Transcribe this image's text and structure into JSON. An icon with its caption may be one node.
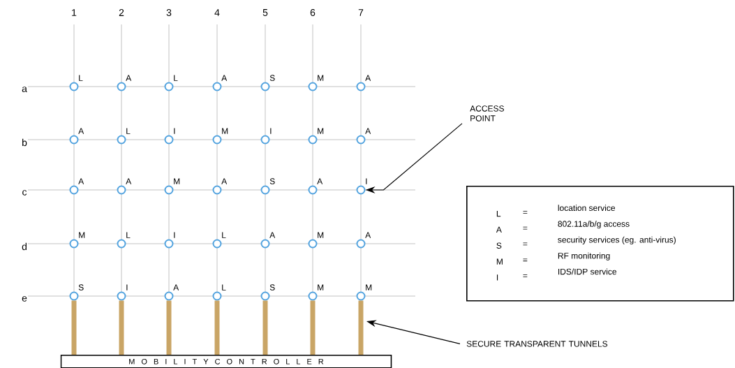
{
  "diagram": {
    "nodes": [
      {
        "text": [],
        "shape": "circle",
        "beside": [
          "L"
        ]
      },
      {
        "text": [],
        "shape": "circle",
        "beside": [
          "A"
        ]
      },
      {
        "text": [],
        "shape": "circle",
        "beside": [
          "L"
        ]
      },
      {
        "text": [],
        "shape": "circle",
        "beside": [
          "A"
        ]
      },
      {
        "text": [],
        "shape": "circle",
        "beside": [
          "S"
        ]
      },
      {
        "text": [],
        "shape": "circle",
        "beside": [
          "M"
        ]
      },
      {
        "text": [],
        "shape": "circle",
        "beside": [
          "A"
        ]
      },
      {
        "text": [],
        "shape": "circle",
        "beside": [
          "A"
        ]
      },
      {
        "text": [],
        "shape": "circle",
        "beside": [
          "L"
        ]
      },
      {
        "text": [],
        "shape": "circle",
        "beside": [
          "I"
        ]
      },
      {
        "text": [],
        "shape": "circle",
        "beside": [
          "M"
        ]
      },
      {
        "text": [],
        "shape": "circle",
        "beside": [
          "I"
        ]
      },
      {
        "text": [],
        "shape": "circle",
        "beside": [
          "M"
        ]
      },
      {
        "text": [],
        "shape": "circle",
        "beside": [
          "A"
        ]
      },
      {
        "text": [],
        "shape": "circle",
        "beside": [
          "A"
        ]
      },
      {
        "text": [],
        "shape": "circle",
        "beside": [
          "A"
        ]
      },
      {
        "text": [],
        "shape": "circle",
        "beside": [
          "M"
        ]
      },
      {
        "text": [],
        "shape": "circle",
        "beside": [
          "A"
        ]
      },
      {
        "text": [],
        "shape": "circle",
        "beside": [
          "S"
        ]
      },
      {
        "text": [],
        "shape": "circle",
        "beside": [
          "A"
        ]
      },
      {
        "text": [],
        "shape": "circle",
        "beside": [
          "I"
        ]
      },
      {
        "text": [],
        "shape": "circle",
        "beside": [
          "M"
        ]
      },
      {
        "text": [],
        "shape": "circle",
        "beside": [
          "L"
        ]
      },
      {
        "text": [],
        "shape": "circle",
        "beside": [
          "I"
        ]
      },
      {
        "text": [],
        "shape": "circle",
        "beside": [
          "L"
        ]
      },
      {
        "text": [],
        "shape": "circle",
        "beside": [
          "A"
        ]
      },
      {
        "text": [],
        "shape": "circle",
        "beside": [
          "M"
        ]
      },
      {
        "text": [],
        "shape": "circle",
        "beside": [
          "A"
        ]
      },
      {
        "text": [],
        "shape": "circle",
        "beside": [
          "S"
        ]
      },
      {
        "text": [],
        "shape": "circle",
        "beside": [
          "I"
        ]
      },
      {
        "text": [],
        "shape": "circle",
        "beside": [
          "A"
        ]
      },
      {
        "text": [],
        "shape": "circle",
        "beside": [
          "L"
        ]
      },
      {
        "text": [],
        "shape": "circle",
        "beside": [
          "S"
        ]
      },
      {
        "text": [],
        "shape": "circle",
        "beside": [
          "M"
        ]
      },
      {
        "text": [],
        "shape": "circle",
        "beside": [
          "M"
        ]
      },
      {
        "text": [
          "M O B I L I T Y C O N T R O L L E R"
        ]
      },
      {
        "text": [
          "ACCESS POINT"
        ]
      },
      {
        "text": [
          "SECURE TRANSPARENT TUNNELS"
        ]
      },
      {
        "text": [
          "L",
          "=",
          "location service",
          "A",
          "=",
          "802.11a/b/g access",
          "S",
          "=",
          "security services (eg. anti-virus)",
          "M",
          "=",
          "RF monitoring",
          "I",
          "=",
          "IDS/IDP service"
        ]
      }
    ],
    "edges": [
      {
        "from": 28,
        "to": 35,
        "arrow": "none"
      },
      {
        "from": 29,
        "to": 35,
        "arrow": "none"
      },
      {
        "from": 30,
        "to": 35,
        "arrow": "none"
      },
      {
        "from": 31,
        "to": 35,
        "arrow": "none"
      },
      {
        "from": 32,
        "to": 35,
        "arrow": "none"
      },
      {
        "from": 33,
        "to": 35,
        "arrow": "none"
      },
      {
        "from": 34,
        "to": 35,
        "arrow": "none"
      },
      {
        "from": 36,
        "to": 20,
        "arrow": "to",
        "color": "#000000"
      },
      {
        "from": 37,
        "to": null,
        "arrow": "to",
        "color": "#000000"
      }
    ],
    "labels": [
      "1",
      "2",
      "3",
      "4",
      "5",
      "6",
      "7",
      "a",
      "b",
      "c",
      "d",
      "e"
    ]
  }
}
